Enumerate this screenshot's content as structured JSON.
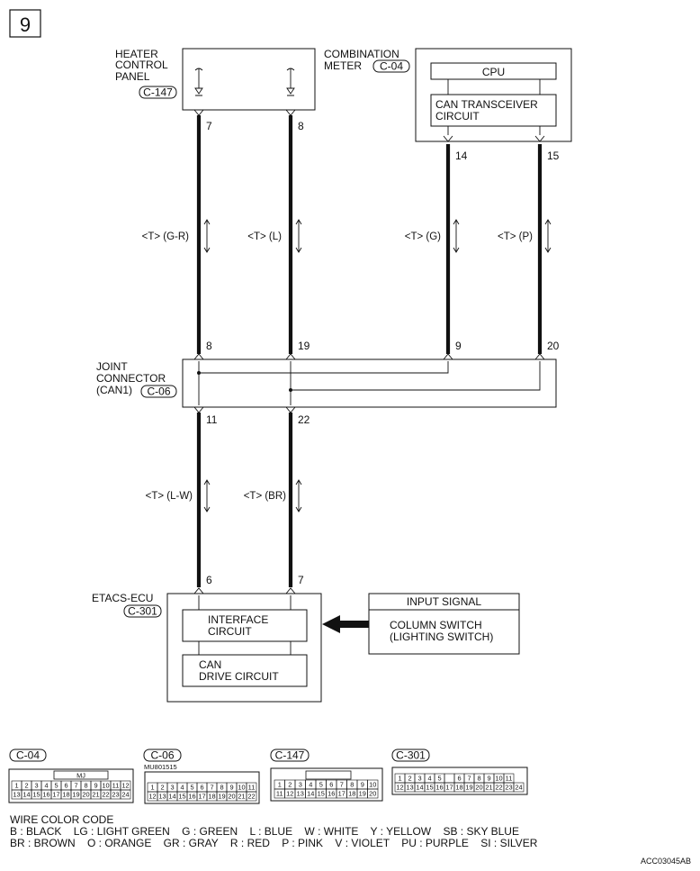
{
  "page_number": "9",
  "colors": {
    "ink": "#111111",
    "background": "#ffffff"
  },
  "components": {
    "heater": {
      "name_lines": [
        "HEATER",
        "CONTROL",
        "PANEL"
      ],
      "connector": "C-147"
    },
    "meter": {
      "name_lines": [
        "COMBINATION",
        "METER"
      ],
      "connector": "C-04",
      "cpu": "CPU",
      "transceiver_lines": [
        "CAN TRANSCEIVER",
        "CIRCUIT"
      ]
    },
    "joint": {
      "name_lines": [
        "JOINT",
        "CONNECTOR",
        "(CAN1)"
      ],
      "connector": "C-06"
    },
    "etacs": {
      "name": "ETACS-ECU",
      "connector": "C-301",
      "interface_lines": [
        "INTERFACE",
        "CIRCUIT"
      ],
      "can_drive_lines": [
        "CAN",
        "DRIVE CIRCUIT"
      ]
    },
    "input": {
      "title": "INPUT SIGNAL",
      "switch_lines": [
        "COLUMN SWITCH",
        "(LIGHTING SWITCH)"
      ]
    }
  },
  "wires": [
    {
      "id": "heater_7",
      "top_pin": "7",
      "bottom_pin": "8",
      "label": "<T> (G-R)"
    },
    {
      "id": "heater_8",
      "top_pin": "8",
      "bottom_pin": "19",
      "label": "<T> (L)"
    },
    {
      "id": "meter_14",
      "top_pin": "14",
      "bottom_pin": "9",
      "label": "<T> (G)"
    },
    {
      "id": "meter_15",
      "top_pin": "15",
      "bottom_pin": "20",
      "label": "<T> (P)"
    },
    {
      "id": "joint_11",
      "top_pin": "11",
      "bottom_pin": "6",
      "label": "<T> (L-W)"
    },
    {
      "id": "joint_22",
      "top_pin": "22",
      "bottom_pin": "7",
      "label": "<T> (BR)"
    }
  ],
  "connector_views": [
    {
      "id": "C-04",
      "part_no": "",
      "rows": [
        [
          "1",
          "2",
          "3",
          "4",
          "5",
          "6",
          "7",
          "8",
          "9",
          "10",
          "11",
          "12"
        ],
        [
          "13",
          "14",
          "15",
          "16",
          "17",
          "18",
          "19",
          "20",
          "21",
          "22",
          "23",
          "24"
        ]
      ],
      "key": "MJ"
    },
    {
      "id": "C-06",
      "part_no": "MU801515",
      "rows": [
        [
          "1",
          "2",
          "3",
          "4",
          "5",
          "6",
          "7",
          "8",
          "9",
          "10",
          "11"
        ],
        [
          "12",
          "13",
          "14",
          "15",
          "16",
          "17",
          "18",
          "19",
          "20",
          "21",
          "22"
        ]
      ],
      "key": ""
    },
    {
      "id": "C-147",
      "part_no": "",
      "rows": [
        [
          "1",
          "2",
          "3",
          "4",
          "5",
          "6",
          "7",
          "8",
          "9",
          "10"
        ],
        [
          "11",
          "12",
          "13",
          "14",
          "15",
          "16",
          "17",
          "18",
          "19",
          "20"
        ]
      ],
      "key": ""
    },
    {
      "id": "C-301",
      "part_no": "",
      "rows": [
        [
          "1",
          "2",
          "3",
          "4",
          "5",
          "",
          "6",
          "7",
          "8",
          "9",
          "10",
          "11"
        ],
        [
          "12",
          "13",
          "14",
          "15",
          "16",
          "17",
          "18",
          "19",
          "20",
          "21",
          "22",
          "23",
          "24"
        ]
      ],
      "key": ""
    }
  ],
  "wire_color_code": {
    "title": "WIRE COLOR CODE",
    "line1": "B : BLACK    LG : LIGHT GREEN    G : GREEN    L : BLUE    W : WHITE    Y : YELLOW    SB : SKY BLUE",
    "line2": "BR : BROWN    O : ORANGE    GR : GRAY    R : RED    P : PINK    V : VIOLET    PU : PURPLE    SI : SILVER"
  },
  "figure_code": "ACC03045AB"
}
